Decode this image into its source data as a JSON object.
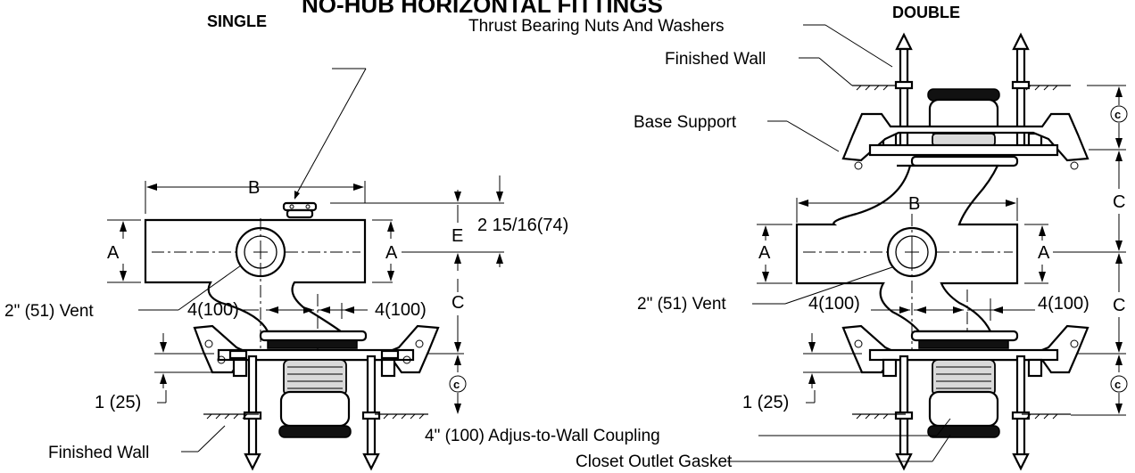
{
  "title": "NO-HUB HORIZONTAL FITTINGS",
  "views": {
    "single": {
      "heading": "SINGLE"
    },
    "double": {
      "heading": "DOUBLE"
    }
  },
  "callouts": {
    "thrust_bearing": "Thrust Bearing Nuts And Washers",
    "finished_wall": "Finished Wall",
    "base_support": "Base Support",
    "vent": "2\" (51) Vent",
    "coupling": "4\" (100) Adjus-to-Wall Coupling",
    "gasket": "Closet Outlet Gasket"
  },
  "dimensions": {
    "A": "A",
    "B": "B",
    "C": "C",
    "E": "E",
    "E_value": "2 15/16(74)",
    "offset": "4(100)",
    "base_gap": "1 (25)",
    "centerline": "c"
  }
}
